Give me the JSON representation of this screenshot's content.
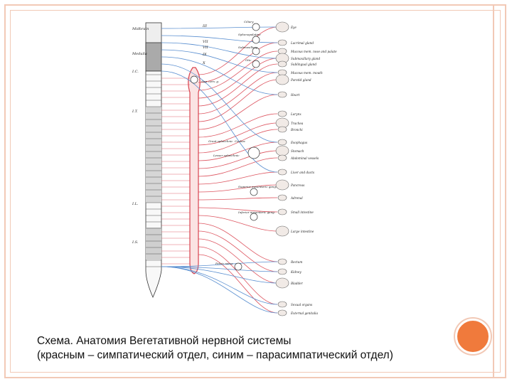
{
  "colors": {
    "frame": "#f2c9b6",
    "accent": "#f07a3c",
    "sympathetic": "#d9434f",
    "parasympathetic": "#5a8fd0",
    "ink": "#333333"
  },
  "figure": {
    "spine_labels": [
      "Midbrain",
      "Medulla",
      "I.C.",
      "I.T.",
      "I.L.",
      "I.S."
    ],
    "cranial_labels": [
      "III",
      "VII",
      "VII",
      "IX",
      "X"
    ],
    "ganglia_labels": [
      "Ciliary",
      "Sphenopalatine",
      "Submaxillary",
      "Otic",
      "Sup. cerv. g.",
      "Coeliac",
      "Superior mesenteric gang.",
      "Inferior mesenteric gang.",
      "Pelvic nerve"
    ],
    "organ_labels": [
      "Eye",
      "Lacrimal gland",
      "Mucous mem. nose and palate",
      "Submaxillary gland",
      "Sublingual gland",
      "Mucous mem. mouth",
      "Parotid gland",
      "Heart",
      "Larynx",
      "Trachea",
      "Bronchi",
      "Esophagus",
      "Stomach",
      "Abdominal vessels",
      "Liver and ducts",
      "Pancreas",
      "Adrenal",
      "Small intestine",
      "Large intestine",
      "Rectum",
      "Kidney",
      "Bladder",
      "Sexual organs",
      "External genitalia"
    ],
    "nerve_labels": [
      "Great splanchnic",
      "Lesser splanchnic"
    ]
  },
  "caption": {
    "line1": "Схема. Анатомия Вегетативной нервной системы",
    "line2": "(красным – симпатический отдел, синим – парасимпатический отдел)"
  }
}
